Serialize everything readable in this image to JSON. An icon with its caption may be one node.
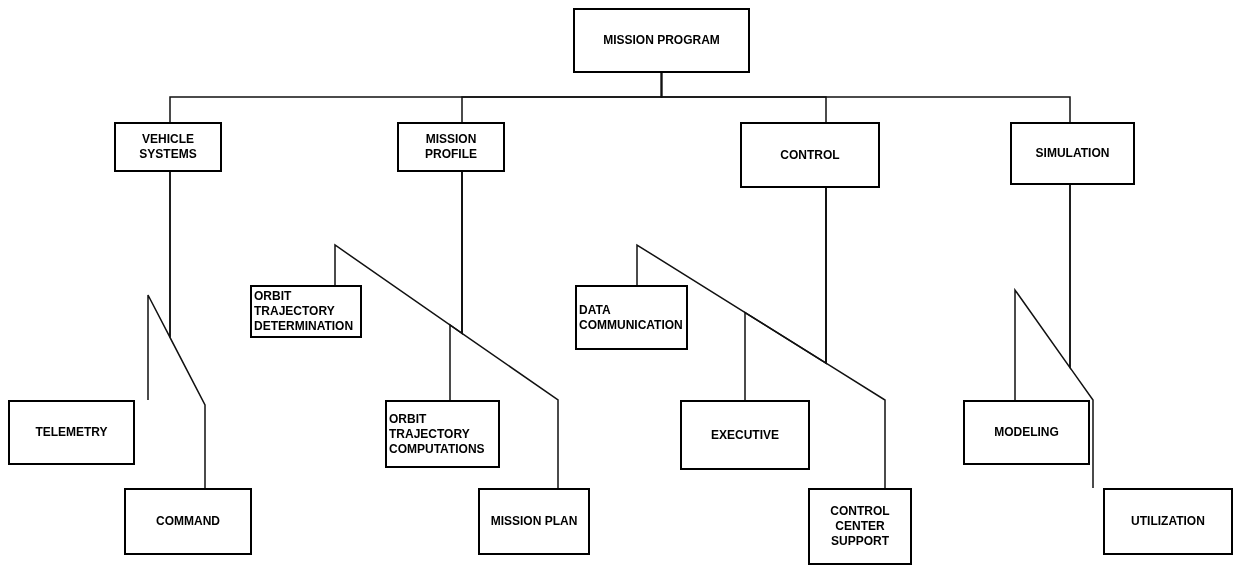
{
  "diagram": {
    "nodes": [
      {
        "text": [
          "MISSION PROGRAM"
        ]
      },
      {
        "text": [
          "VEHICLE SYSTEMS"
        ]
      },
      {
        "text": [
          "MISSION PROFILE"
        ]
      },
      {
        "text": [
          "CONTROL"
        ]
      },
      {
        "text": [
          "SIMULATION"
        ]
      },
      {
        "text": [
          "TELEMETRY"
        ]
      },
      {
        "text": [
          "COMMAND"
        ]
      },
      {
        "text": [
          "ORBIT TRAJECTORY DETERMINATION"
        ]
      },
      {
        "text": [
          "ORBIT TRAJECTORY COMPUTATIONS"
        ]
      },
      {
        "text": [
          "MISSION PLAN"
        ]
      },
      {
        "text": [
          "DATA COMMUNICATION"
        ]
      },
      {
        "text": [
          "EXECUTIVE"
        ]
      },
      {
        "text": [
          "CONTROL CENTER SUPPORT"
        ]
      },
      {
        "text": [
          "MODELING"
        ]
      },
      {
        "text": [
          "UTILIZATION"
        ]
      }
    ],
    "edges": [
      {
        "from": 0,
        "to": 1,
        "arrow": "none"
      },
      {
        "from": 0,
        "to": 2,
        "arrow": "none"
      },
      {
        "from": 0,
        "to": 3,
        "arrow": "none"
      },
      {
        "from": 0,
        "to": 4,
        "arrow": "none"
      },
      {
        "from": 1,
        "to": 5,
        "arrow": "none"
      },
      {
        "from": 1,
        "to": 6,
        "arrow": "none"
      },
      {
        "from": 2,
        "to": 7,
        "arrow": "none"
      },
      {
        "from": 2,
        "to": 8,
        "arrow": "none"
      },
      {
        "from": 2,
        "to": 9,
        "arrow": "none"
      },
      {
        "from": 3,
        "to": 10,
        "arrow": "none"
      },
      {
        "from": 3,
        "to": 11,
        "arrow": "none"
      },
      {
        "from": 3,
        "to": 12,
        "arrow": "none"
      },
      {
        "from": 4,
        "to": 13,
        "arrow": "none"
      },
      {
        "from": 4,
        "to": 14,
        "arrow": "none"
      }
    ]
  }
}
